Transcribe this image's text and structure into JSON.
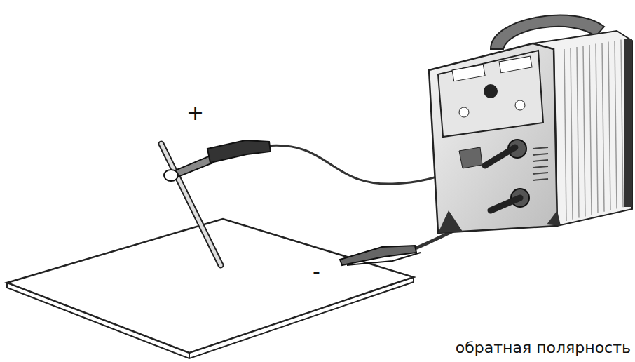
{
  "diagram": {
    "caption": "обратная полярность",
    "labels": [
      "+",
      "-"
    ]
  }
}
